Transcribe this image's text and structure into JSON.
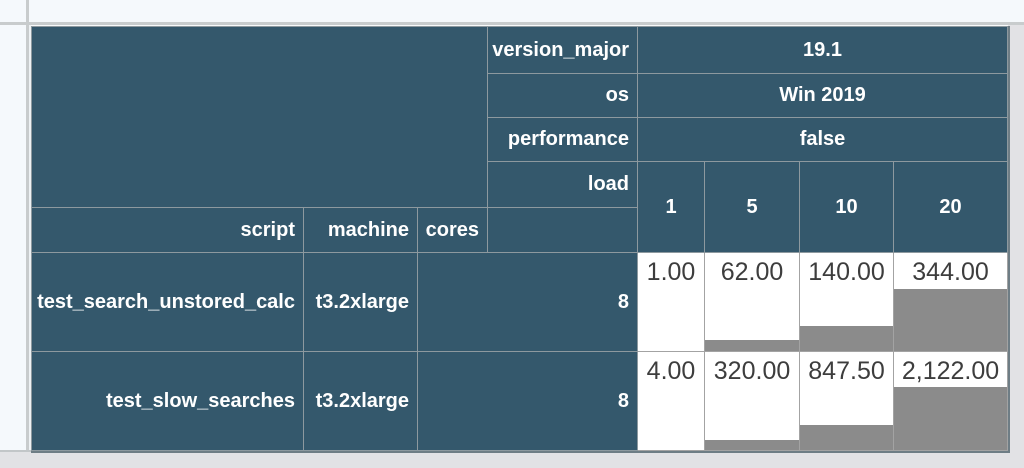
{
  "colors": {
    "header_bg": "#34586c",
    "header_border": "#8d999f",
    "cell_border": "#a3a3a3",
    "bar_color": "#8b8b8b",
    "data_text": "#3d3d3d",
    "frame_light": "#f5f9fc",
    "frame_rule": "#c8cccd",
    "page_bg": "#e2e2e5",
    "outer_dark": "#6e7d85"
  },
  "table": {
    "col_attrs": [
      {
        "name": "version_major",
        "value": "19.1"
      },
      {
        "name": "os",
        "value": "Win 2019"
      },
      {
        "name": "performance",
        "value": "false"
      }
    ],
    "load_label": "load",
    "load_levels": [
      "1",
      "5",
      "10",
      "20"
    ],
    "row_attrs": {
      "script": "script",
      "machine": "machine",
      "cores": "cores"
    },
    "rows": [
      {
        "script": "test_search_unstored_calc",
        "machine": "t3.2xlarge",
        "cores": "8",
        "cells": [
          {
            "text": "1.00",
            "value": 1
          },
          {
            "text": "62.00",
            "value": 62
          },
          {
            "text": "140.00",
            "value": 140
          },
          {
            "text": "344.00",
            "value": 344
          }
        ]
      },
      {
        "script": "test_slow_searches",
        "machine": "t3.2xlarge",
        "cores": "8",
        "cells": [
          {
            "text": "4.00",
            "value": 4
          },
          {
            "text": "320.00",
            "value": 320
          },
          {
            "text": "847.50",
            "value": 847.5
          },
          {
            "text": "2,122.00",
            "value": 2122
          }
        ]
      }
    ]
  },
  "chart_data": {
    "type": "table",
    "title": "pivot table with in-cell bars",
    "col_header": {
      "version_major": "19.1",
      "os": "Win 2019",
      "performance": "false",
      "load": [
        "1",
        "5",
        "10",
        "20"
      ]
    },
    "row_header_attrs": [
      "script",
      "machine",
      "cores"
    ],
    "rows": [
      {
        "script": "test_search_unstored_calc",
        "machine": "t3.2xlarge",
        "cores": 8,
        "values": [
          1.0,
          62.0,
          140.0,
          344.0
        ]
      },
      {
        "script": "test_slow_searches",
        "machine": "t3.2xlarge",
        "cores": 8,
        "values": [
          4.0,
          320.0,
          847.5,
          2122.0
        ]
      }
    ],
    "bar_scaling": "bar height proportional to value share of row total"
  }
}
